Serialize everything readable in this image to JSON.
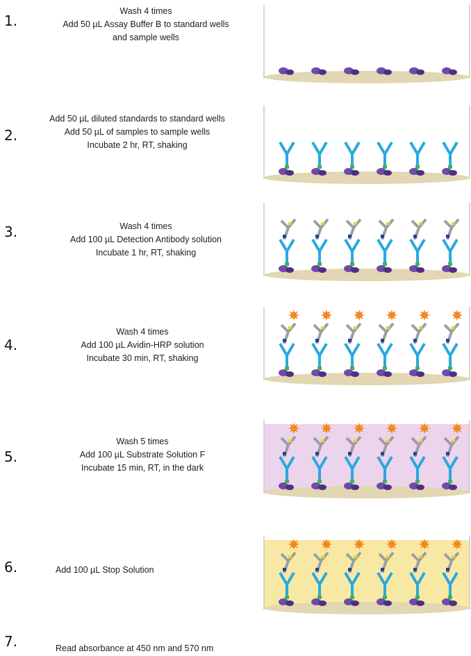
{
  "steps": [
    {
      "num": "1.",
      "lines": [
        "Wash 4 times",
        "Add 50 µL Assay Buffer B to standard wells",
        "and sample wells"
      ],
      "stage": "capture-only",
      "fill": "#ffffff"
    },
    {
      "num": "2.",
      "lines": [
        "Add 50 µL diluted standards to standard wells",
        "Add 50 µL of samples to sample wells",
        "Incubate 2 hr, RT, shaking"
      ],
      "stage": "antigen",
      "fill": "#ffffff"
    },
    {
      "num": "3.",
      "lines": [
        "Wash 4 times",
        "Add 100 µL Detection Antibody solution",
        "Incubate 1 hr, RT, shaking"
      ],
      "stage": "detection",
      "fill": "#ffffff"
    },
    {
      "num": "4.",
      "lines": [
        "Wash 4 times",
        "Add 100 µL Avidin-HRP solution",
        "Incubate 30 min, RT, shaking"
      ],
      "stage": "hrp",
      "fill": "#ffffff"
    },
    {
      "num": "5.",
      "lines": [
        "Wash 5 times",
        "Add 100 µL Substrate Solution F",
        "Incubate 15 min, RT, in the dark"
      ],
      "stage": "hrp",
      "fill": "#ecd4ec"
    },
    {
      "num": "6.",
      "lines": [
        "Add 100 µL Stop Solution"
      ],
      "stage": "hrp",
      "fill": "#f7e9a4"
    },
    {
      "num": "7.",
      "lines": [
        "Read absorbance at 450 nm and 570 nm"
      ],
      "stage": "none",
      "fill": "#ffffff"
    }
  ],
  "colors": {
    "plate": "#e2d6b3",
    "capture": "#6f4aa8",
    "antibody": "#29a9de",
    "detection": "#9a9ea6",
    "hrp": "#f08a1c"
  }
}
